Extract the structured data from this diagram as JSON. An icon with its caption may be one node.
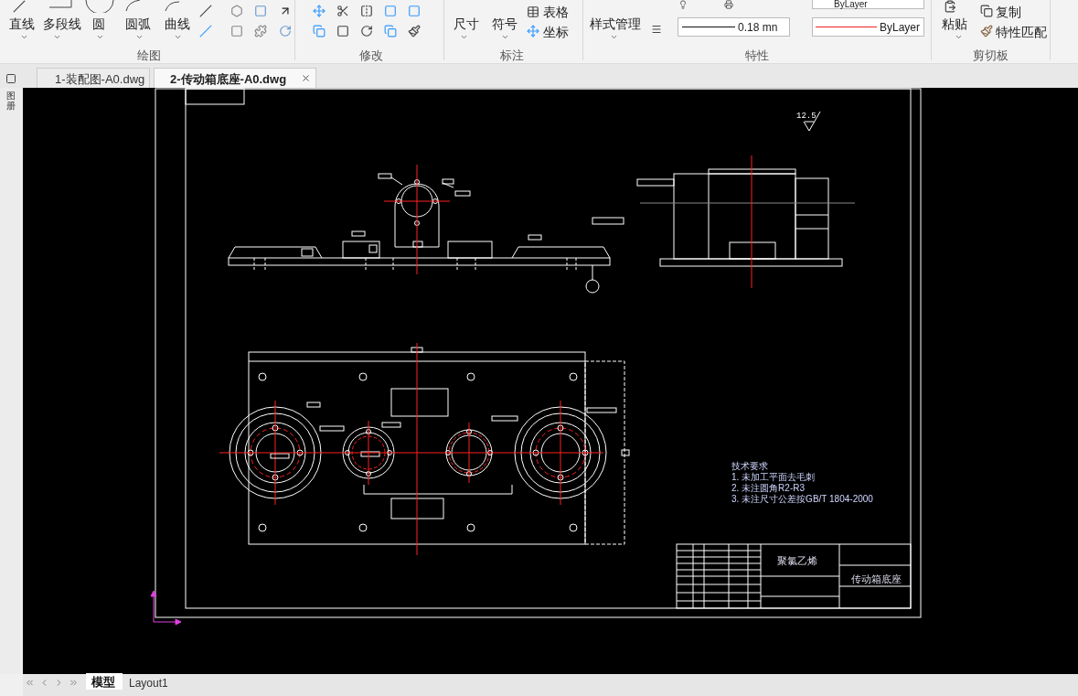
{
  "diagram": {
    "labels": [
      "直线",
      "多段线",
      "圆",
      "圆弧",
      "曲线",
      "绘图",
      "修改",
      "尺寸",
      "符号",
      "表格",
      "坐标",
      "标注",
      "样式管理",
      "ByLayer",
      "0.18 mn",
      "ByLayer",
      "特性",
      "粘贴",
      "复制",
      "特性匹配",
      "剪切板",
      "1-装配图-A0.dwg",
      "2-传动箱底座-A0.dwg",
      "图册",
      "12.5",
      "技术要求",
      "1. 未加工平面去毛刺",
      "2. 未注圆角R2-R3",
      "3. 未注尺寸公差按GB/T 1804-2000",
      "聚氯乙烯",
      "传动箱底座",
      "模型",
      "Layout1"
    ]
  }
}
